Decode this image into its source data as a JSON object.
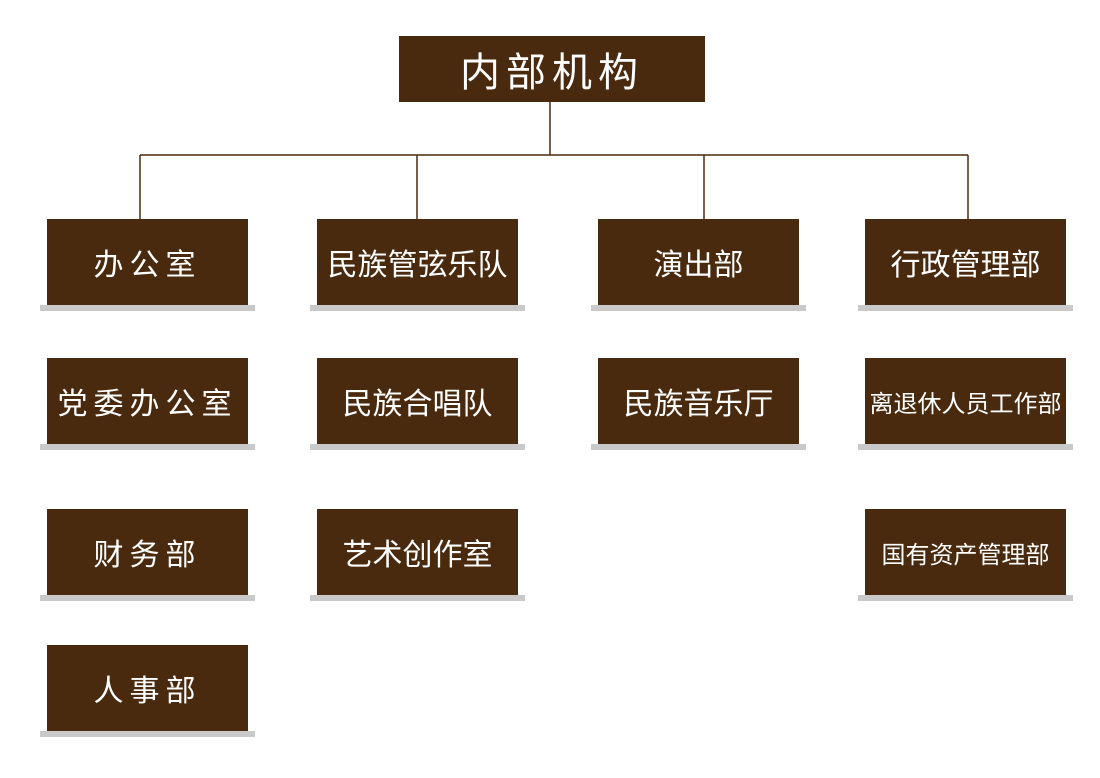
{
  "chart": {
    "root": "内部机构",
    "columns": [
      {
        "units": [
          "办公室",
          "党委办公室",
          "财务部",
          "人事部"
        ]
      },
      {
        "units": [
          "民族管弦乐队",
          "民族合唱队",
          "艺术创作室"
        ]
      },
      {
        "units": [
          "演出部",
          "民族音乐厅"
        ]
      },
      {
        "units": [
          "行政管理部",
          "离退休人员工作部",
          "国有资产管理部"
        ]
      }
    ]
  },
  "colors": {
    "box": "#4a2a0e",
    "text": "#ffffff",
    "line": "#4a2a0e",
    "shadow": "#c9c9c9"
  }
}
